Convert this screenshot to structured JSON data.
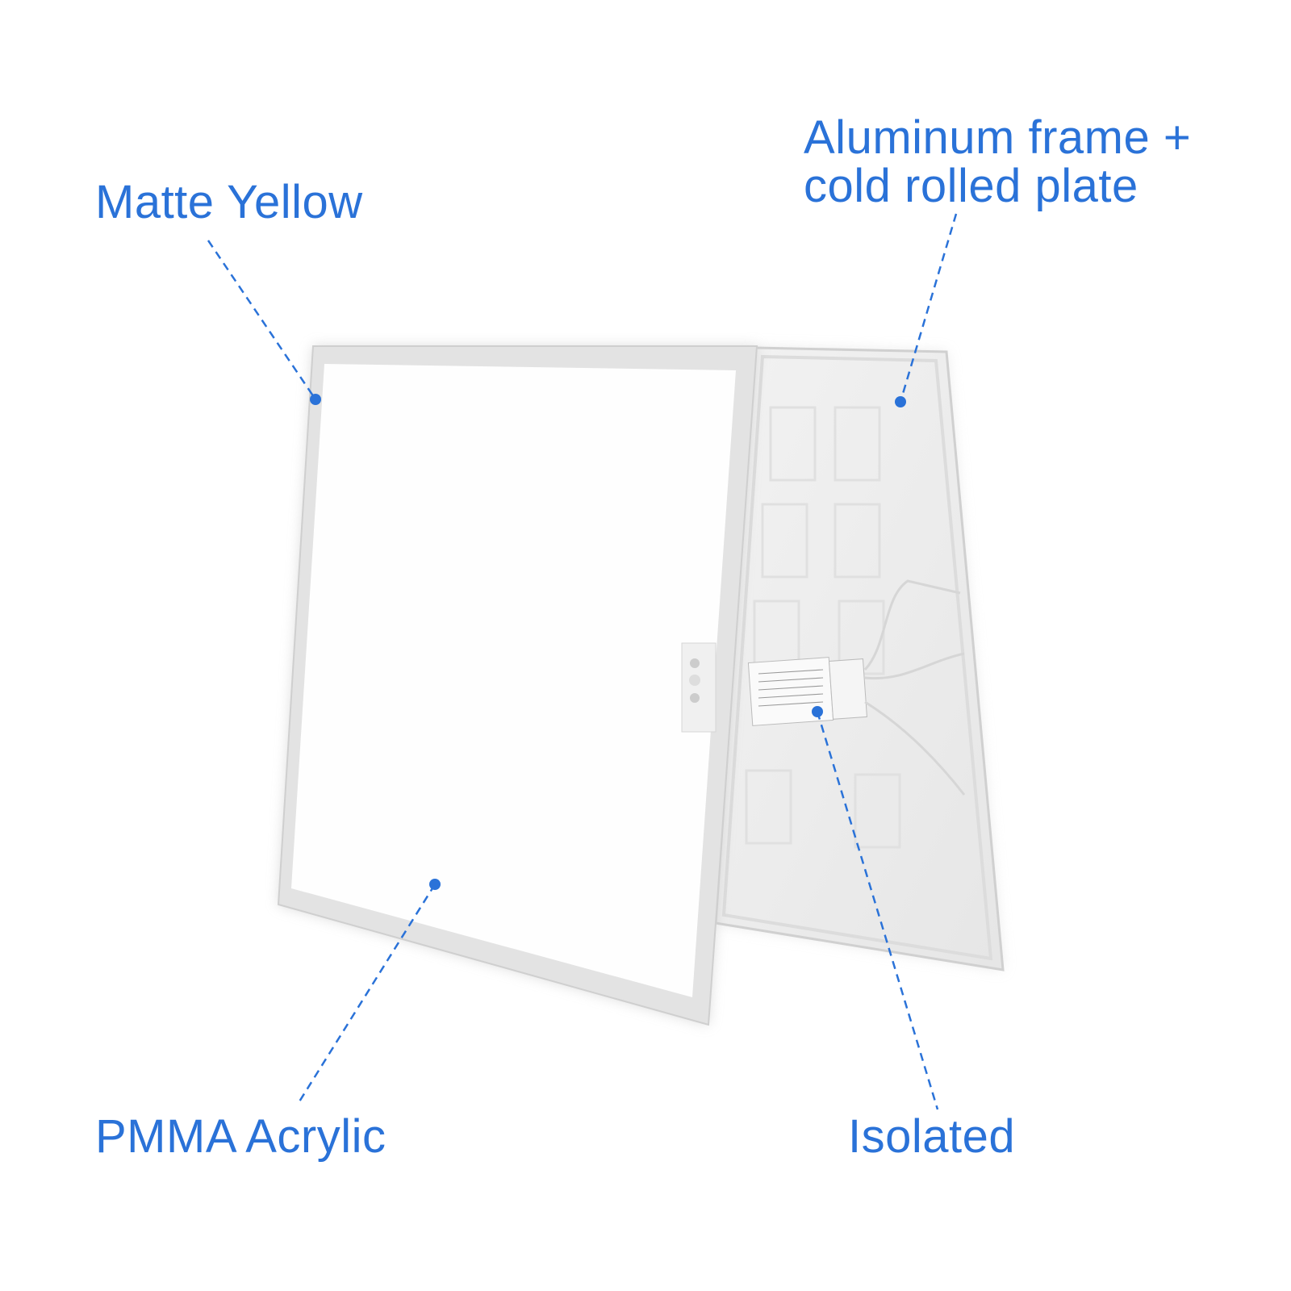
{
  "labels": {
    "matte_yellow": "Matte Yellow",
    "aluminum_line1": "Aluminum frame +",
    "aluminum_line2": "cold rolled plate",
    "pmma": "PMMA Acrylic",
    "isolated": "Isolated"
  },
  "colors": {
    "accent": "#2a72d8",
    "frame": "#e2e2e2",
    "back_plate": "#ececec"
  }
}
